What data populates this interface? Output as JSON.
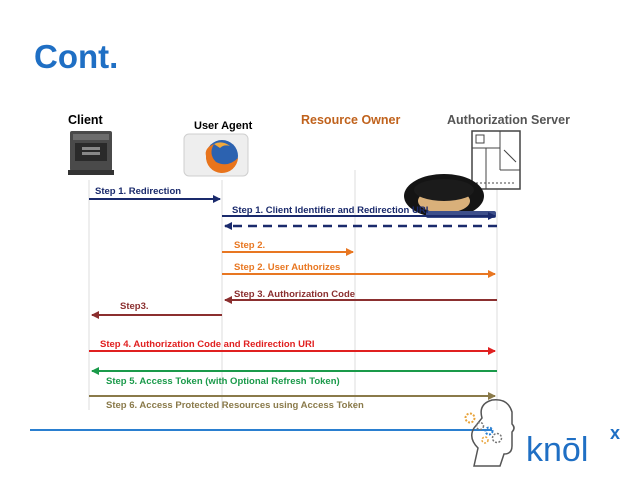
{
  "slide": {
    "title": "Cont."
  },
  "actors": {
    "client": "Client",
    "user_agent": "User Agent",
    "resource_owner": "Resource Owner",
    "authorization_server": "Authorization Server"
  },
  "steps": [
    {
      "label": "Step 1. Redirection",
      "color": "#1a2a6c"
    },
    {
      "label": "Step 1. Client Identifier and Redirection URI",
      "color": "#1a2a6c"
    },
    {
      "label": "Step 2.",
      "color": "#e87722"
    },
    {
      "label": "Step 2. User Authorizes",
      "color": "#e87722"
    },
    {
      "label": "Step 3. Authorization Code",
      "color": "#8b2f2f"
    },
    {
      "label": "Step3.",
      "color": "#8b2f2f"
    },
    {
      "label": "Step 4. Authorization Code and Redirection URI",
      "color": "#e02020"
    },
    {
      "label": "Step 5.  Access Token (with Optional Refresh Token)",
      "color": "#1a9a4a"
    },
    {
      "label": "Step 6.  Access Protected Resources using Access Token",
      "color": "#8a7a4a"
    }
  ],
  "logo": {
    "text": "knōl",
    "superscript": "x",
    "color": "#1f6fc4"
  },
  "icons": {
    "client": "server-icon",
    "user_agent": "firefox-icon",
    "authorization_server": "building-plan-icon",
    "resource_owner": "user-icon"
  }
}
